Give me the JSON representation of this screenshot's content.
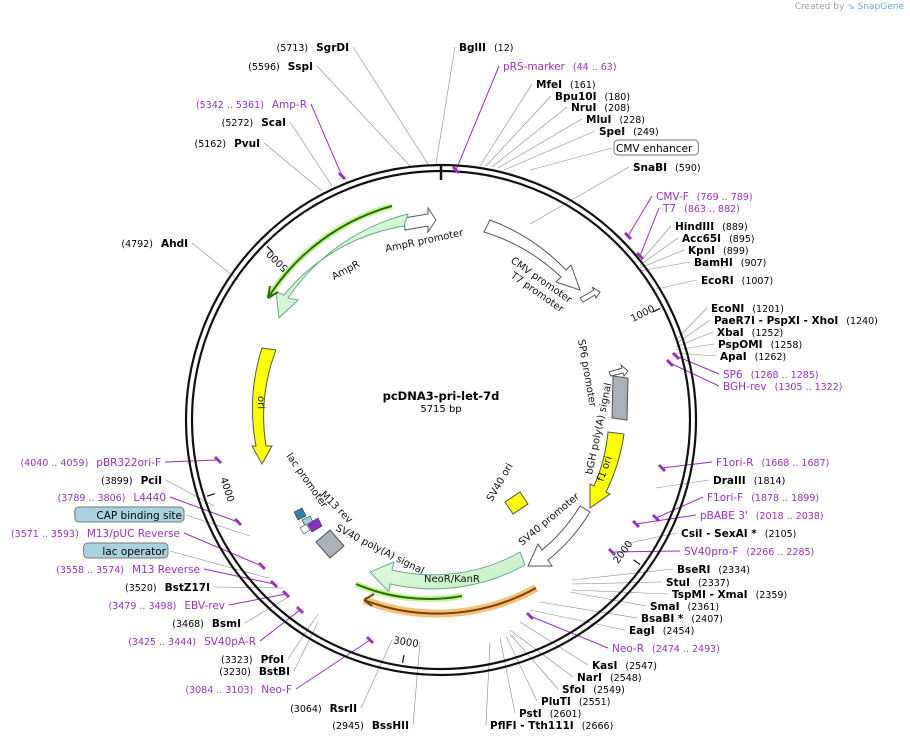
{
  "credit": {
    "prefix": "Created by",
    "brand": "SnapGene"
  },
  "map": {
    "name": "pcDNA3-pri-let-7d",
    "length_label": "5715 bp",
    "total_bp": 5715,
    "ticks": [
      {
        "label": "1000",
        "bp": 1000
      },
      {
        "label": "2000",
        "bp": 2000
      },
      {
        "label": "3000",
        "bp": 3000
      },
      {
        "label": "4000",
        "bp": 4000
      },
      {
        "label": "5000",
        "bp": 5000
      }
    ]
  },
  "features": [
    {
      "name": "CMV promoter",
      "label2": "T7 promoter",
      "color": "#ffffff"
    },
    {
      "name": "AmpR promoter",
      "color": "#ffffff"
    },
    {
      "name": "AmpR",
      "color": "#ccf5cc"
    },
    {
      "name": "ori",
      "color": "#ffff00"
    },
    {
      "name": "SP6 promoter",
      "color": "#ffffff"
    },
    {
      "name": "bGH poly(A) signal",
      "color": "#a8b0b8"
    },
    {
      "name": "f1 ori",
      "color": "#ffff00"
    },
    {
      "name": "SV40 promoter",
      "color": "#ffffff"
    },
    {
      "name": "SV40 ori",
      "color": "#ffff00"
    },
    {
      "name": "NeoR/KanR",
      "color": "#ccf5cc"
    },
    {
      "name": "SV40 poly(A) signal",
      "color": "#a8b0b8"
    },
    {
      "name": "M13 rev",
      "color": "#ffffff"
    },
    {
      "name": "lac promoter",
      "color": "#ffffff"
    }
  ],
  "labels": [
    {
      "pos": "(5713)",
      "name": "SgrDI",
      "kind": "enzyme"
    },
    {
      "name": "BglII",
      "pos": "(12)",
      "kind": "enzyme"
    },
    {
      "pos": "(5596)",
      "name": "SspI",
      "kind": "enzyme"
    },
    {
      "name": "pRS-marker",
      "pos": "(44 .. 63)",
      "kind": "primer"
    },
    {
      "name": "MfeI",
      "pos": "(161)",
      "kind": "enzyme"
    },
    {
      "name": "Bpu10I",
      "pos": "(180)",
      "kind": "enzyme"
    },
    {
      "name": "NruI",
      "pos": "(208)",
      "kind": "enzyme"
    },
    {
      "name": "MluI",
      "pos": "(228)",
      "kind": "enzyme"
    },
    {
      "name": "SpeI",
      "pos": "(249)",
      "kind": "enzyme"
    },
    {
      "pos": "(5342 .. 5361)",
      "name": "Amp-R",
      "kind": "primer"
    },
    {
      "pos": "(5272)",
      "name": "ScaI",
      "kind": "enzyme"
    },
    {
      "pos": "(5162)",
      "name": "PvuI",
      "kind": "enzyme"
    },
    {
      "name": "CMV enhancer",
      "kind": "boxed-white"
    },
    {
      "name": "SnaBI",
      "pos": "(590)",
      "kind": "enzyme"
    },
    {
      "name": "CMV-F",
      "pos": "(769 .. 789)",
      "kind": "primer"
    },
    {
      "name": "T7",
      "pos": "(863 .. 882)",
      "kind": "primer"
    },
    {
      "name": "HindIII",
      "pos": "(889)",
      "kind": "enzyme"
    },
    {
      "name": "Acc65I",
      "pos": "(895)",
      "kind": "enzyme"
    },
    {
      "name": "KpnI",
      "pos": "(899)",
      "kind": "enzyme"
    },
    {
      "name": "BamHI",
      "pos": "(907)",
      "kind": "enzyme"
    },
    {
      "pos": "(4792)",
      "name": "AhdI",
      "kind": "enzyme"
    },
    {
      "name": "EcoRI",
      "pos": "(1007)",
      "kind": "enzyme"
    },
    {
      "name": "EcoNI",
      "pos": "(1201)",
      "kind": "enzyme"
    },
    {
      "name": "PaeR7I - PspXI - XhoI",
      "pos": "(1240)",
      "kind": "enzyme"
    },
    {
      "name": "XbaI",
      "pos": "(1252)",
      "kind": "enzyme"
    },
    {
      "name": "PspOMI",
      "pos": "(1258)",
      "kind": "enzyme"
    },
    {
      "name": "ApaI",
      "pos": "(1262)",
      "kind": "enzyme"
    },
    {
      "name": "SP6",
      "pos": "(1268 .. 1285)",
      "kind": "primer"
    },
    {
      "name": "BGH-rev",
      "pos": "(1305 .. 1322)",
      "kind": "primer"
    },
    {
      "pos": "(4040 .. 4059)",
      "name": "pBR322ori-F",
      "kind": "primer"
    },
    {
      "name": "F1ori-R",
      "pos": "(1668 .. 1687)",
      "kind": "primer"
    },
    {
      "pos": "(3899)",
      "name": "PciI",
      "kind": "enzyme"
    },
    {
      "name": "DraIII",
      "pos": "(1814)",
      "kind": "enzyme"
    },
    {
      "pos": "(3789 .. 3806)",
      "name": "L4440",
      "kind": "primer"
    },
    {
      "name": "F1ori-F",
      "pos": "(1878 .. 1899)",
      "kind": "primer"
    },
    {
      "name": "CAP binding site",
      "kind": "boxed-teal"
    },
    {
      "name": "pBABE 3'",
      "pos": "(2018 .. 2038)",
      "kind": "primer"
    },
    {
      "pos": "(3571 .. 3593)",
      "name": "M13/pUC Reverse",
      "kind": "primer"
    },
    {
      "name": "CsiI - SexAI *",
      "pos": "(2105)",
      "kind": "enzyme"
    },
    {
      "name": "lac operator",
      "kind": "boxed-teal"
    },
    {
      "name": "SV40pro-F",
      "pos": "(2266 .. 2285)",
      "kind": "primer"
    },
    {
      "pos": "(3558 .. 3574)",
      "name": "M13 Reverse",
      "kind": "primer"
    },
    {
      "name": "BseRI",
      "pos": "(2334)",
      "kind": "enzyme"
    },
    {
      "pos": "(3520)",
      "name": "BstZ17I",
      "kind": "enzyme"
    },
    {
      "name": "StuI",
      "pos": "(2337)",
      "kind": "enzyme"
    },
    {
      "name": "TspMI - XmaI",
      "pos": "(2359)",
      "kind": "enzyme"
    },
    {
      "pos": "(3479 .. 3498)",
      "name": "EBV-rev",
      "kind": "primer"
    },
    {
      "name": "SmaI",
      "pos": "(2361)",
      "kind": "enzyme"
    },
    {
      "pos": "(3468)",
      "name": "BsmI",
      "kind": "enzyme"
    },
    {
      "name": "BsaBI *",
      "pos": "(2407)",
      "kind": "enzyme"
    },
    {
      "name": "EagI",
      "pos": "(2454)",
      "kind": "enzyme"
    },
    {
      "pos": "(3425 .. 3444)",
      "name": "SV40pA-R",
      "kind": "primer"
    },
    {
      "name": "Neo-R",
      "pos": "(2474 .. 2493)",
      "kind": "primer"
    },
    {
      "pos": "(3323)",
      "name": "PfoI",
      "kind": "enzyme"
    },
    {
      "name": "KasI",
      "pos": "(2547)",
      "kind": "enzyme"
    },
    {
      "pos": "(3230)",
      "name": "BstBI",
      "kind": "enzyme"
    },
    {
      "name": "NarI",
      "pos": "(2548)",
      "kind": "enzyme"
    },
    {
      "pos": "(3084 .. 3103)",
      "name": "Neo-F",
      "kind": "primer"
    },
    {
      "name": "SfoI",
      "pos": "(2549)",
      "kind": "enzyme"
    },
    {
      "name": "PluTI",
      "pos": "(2551)",
      "kind": "enzyme"
    },
    {
      "pos": "(3064)",
      "name": "RsrII",
      "kind": "enzyme"
    },
    {
      "name": "PstI",
      "pos": "(2601)",
      "kind": "enzyme"
    },
    {
      "pos": "(2945)",
      "name": "BssHII",
      "kind": "enzyme"
    },
    {
      "name": "PflFI - Tth111I",
      "pos": "(2666)",
      "kind": "enzyme"
    }
  ],
  "colors": {
    "primer": "#9b2fc2",
    "enzyme": "#000000",
    "leader": "#8a8a8a",
    "backbone": "#111111",
    "boxTeal": "#a9d3e0"
  }
}
